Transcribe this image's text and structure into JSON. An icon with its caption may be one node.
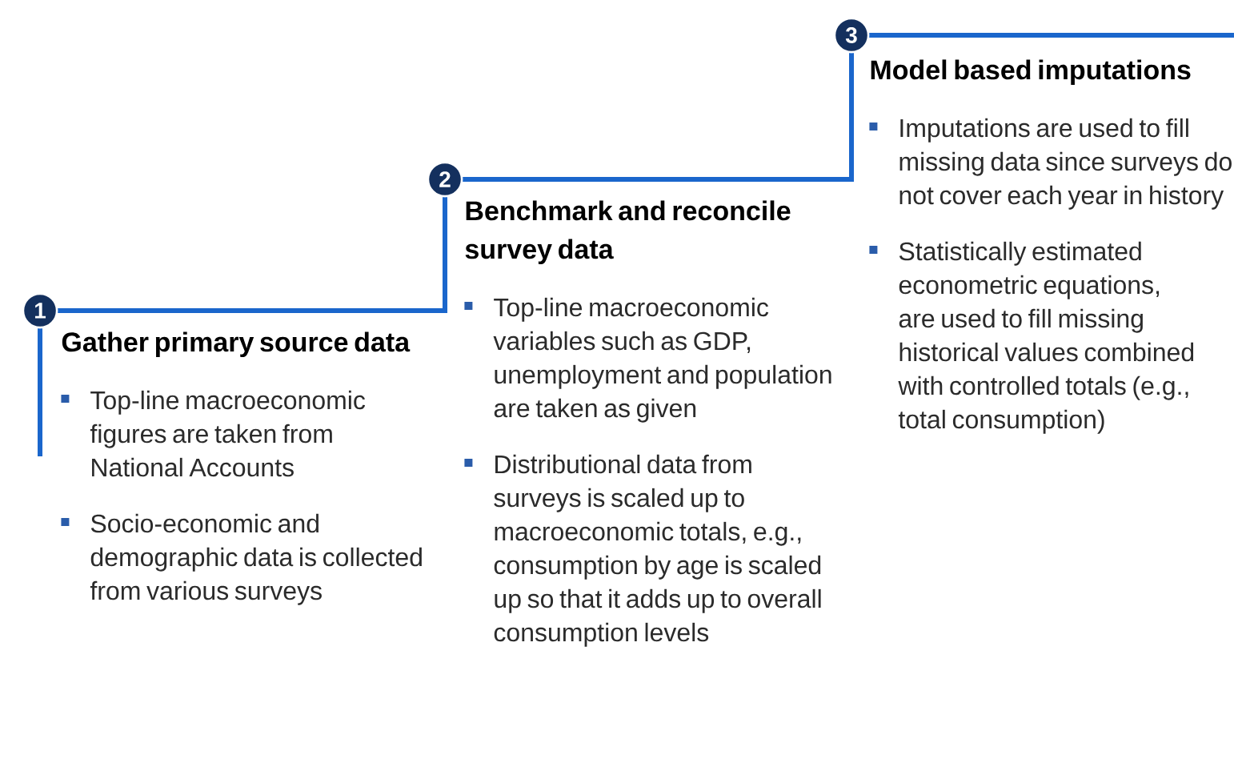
{
  "diagram": {
    "nodes": [
      {
        "text": [
          "1"
        ]
      },
      {
        "text": [
          "Gather primary source data",
          "Top-line macroeconomic figures are taken from National Accounts",
          "Socio-economic and demographic data is collected from various surveys"
        ]
      },
      {
        "text": [
          "2"
        ]
      },
      {
        "text": [
          "Benchmark and reconcile survey data",
          "Top-line macroeconomic variables such as GDP, unemployment and population are taken as given",
          "Distributional data from surveys is scaled up to macroeconomic totals, e.g., consumption by age is scaled up so that it adds up to overall consumption levels"
        ]
      },
      {
        "text": [
          "3"
        ]
      },
      {
        "text": [
          "Model based imputations",
          "Imputations are used to fill missing data since surveys do not cover each year in history",
          "Statistically estimated econometric equations, are used to fill missing historical values combined with controlled totals (e.g., total consumption)"
        ]
      }
    ],
    "edges": [
      {
        "from": 0,
        "to": 2,
        "arrow": "none"
      },
      {
        "from": 2,
        "to": 4,
        "arrow": "none"
      }
    ]
  }
}
